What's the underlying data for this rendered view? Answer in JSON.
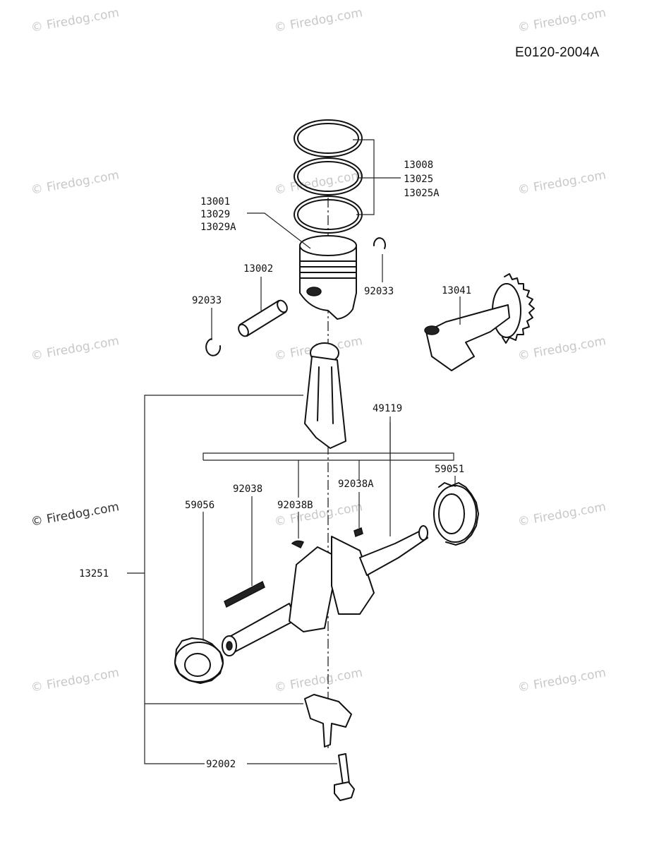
{
  "diagram": {
    "id": "E0120-2004A",
    "watermark": "© Firedog.com"
  },
  "labels": {
    "piston_rings": [
      "13008",
      "13025",
      "13025A"
    ],
    "piston": [
      "13001",
      "13029",
      "13029A"
    ],
    "piston_pin": "13002",
    "circlip_left": "92033",
    "circlip_right": "92033",
    "camshaft": "13041",
    "crankshaft": "49119",
    "gear_right": "59051",
    "gear_left": "59056",
    "key_92038": "92038",
    "key_92038B": "92038B",
    "key_92038A": "92038A",
    "connecting_rod": "13251",
    "rod_bolt": "92002"
  }
}
